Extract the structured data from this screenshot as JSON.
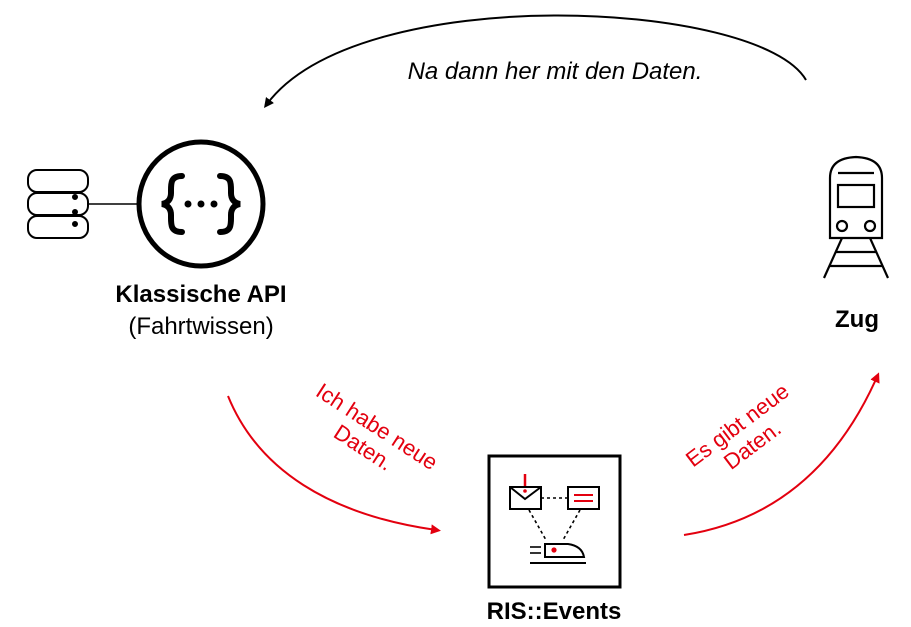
{
  "nodes": {
    "api": {
      "title": "Klassische API",
      "subtitle": "(Fahrtwissen)"
    },
    "train": {
      "title": "Zug"
    },
    "events": {
      "title": "RIS::Events"
    }
  },
  "arrows": {
    "top": {
      "label": "Na dann her mit den Daten."
    },
    "left": {
      "line1": "Ich habe neue",
      "line2": "Daten."
    },
    "right": {
      "line1": "Es gibt neue",
      "line2": "Daten."
    }
  },
  "colors": {
    "accent": "#e3000f",
    "ink": "#000000"
  },
  "icons": [
    "database-icon",
    "api-braces-icon",
    "train-icon",
    "ris-events-icon"
  ]
}
